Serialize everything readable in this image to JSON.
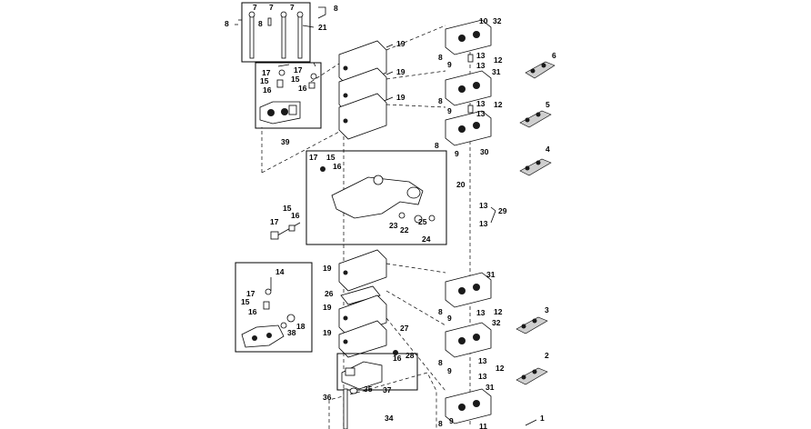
{
  "callouts": {
    "c7a": "7",
    "c7b": "7",
    "c7c": "7",
    "c8a": "8",
    "c8b": "8",
    "c8c": "8",
    "c21": "21",
    "c17a": "17",
    "c17b": "17",
    "c15a": "15",
    "c15b": "15",
    "c16a": "16",
    "c16b": "16",
    "c39": "39",
    "c19a": "19",
    "c19b": "19",
    "c19c": "19",
    "c10": "10",
    "c32a": "32",
    "c8d": "8",
    "c9a": "9",
    "c13a": "13",
    "c13b": "13",
    "c12a": "12",
    "c31a": "31",
    "c8e": "8",
    "c9b": "9",
    "c13c": "13",
    "c13d": "13",
    "c12b": "12",
    "c8f": "8",
    "c9c": "9",
    "c30": "30",
    "c6": "6",
    "c5": "5",
    "c4": "4",
    "c17c": "17",
    "c15c": "15",
    "c16c": "16",
    "c20": "20",
    "c15d": "15",
    "c16d": "16",
    "c17d": "17",
    "c23": "23",
    "c22": "22",
    "c25": "25",
    "c24": "24",
    "c13e": "13",
    "c13f": "13",
    "c29": "29",
    "c14": "14",
    "c17e": "17",
    "c15e": "15",
    "c16e": "16",
    "c18": "18",
    "c38": "38",
    "c19d": "19",
    "c26": "26",
    "c19e": "19",
    "c19f": "19",
    "c31b": "31",
    "c8g": "8",
    "c9d": "9",
    "c13g": "13",
    "c12c": "12",
    "c32b": "32",
    "c27": "27",
    "c16f": "16",
    "c28": "28",
    "c8h": "8",
    "c9e": "9",
    "c13h": "13",
    "c13i": "13",
    "c12d": "12",
    "c3": "3",
    "c2": "2",
    "c36": "36",
    "c35": "35",
    "c37": "37",
    "c34": "34",
    "c31c": "31",
    "c8i": "8",
    "c9f": "9",
    "c11": "11",
    "c1": "1"
  }
}
